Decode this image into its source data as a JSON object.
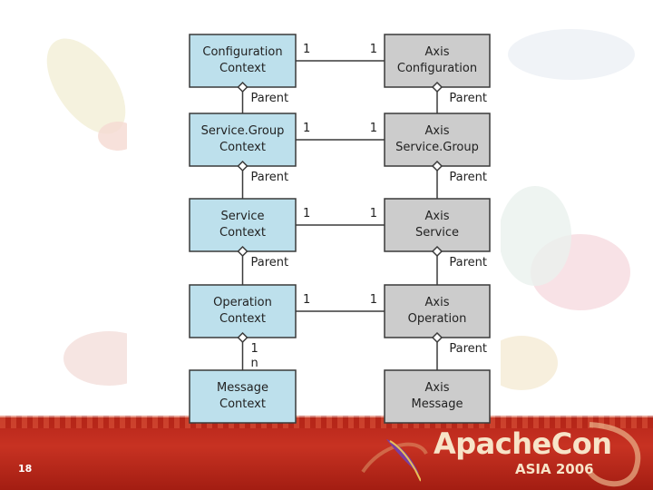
{
  "diagram": {
    "context_boxes": [
      {
        "id": "configuration-context",
        "lines": [
          "Configuration",
          "Context"
        ]
      },
      {
        "id": "service-group-context",
        "lines": [
          "Service.Group",
          "Context"
        ]
      },
      {
        "id": "service-context",
        "lines": [
          "Service",
          "Context"
        ]
      },
      {
        "id": "operation-context",
        "lines": [
          "Operation",
          "Context"
        ]
      },
      {
        "id": "message-context",
        "lines": [
          "Message",
          "Context"
        ]
      }
    ],
    "axis_boxes": [
      {
        "id": "axis-configuration",
        "lines": [
          "Axis",
          "Configuration"
        ]
      },
      {
        "id": "axis-service-group",
        "lines": [
          "Axis",
          "Service.Group"
        ]
      },
      {
        "id": "axis-service",
        "lines": [
          "Axis",
          "Service"
        ]
      },
      {
        "id": "axis-operation",
        "lines": [
          "Axis",
          "Operation"
        ]
      },
      {
        "id": "axis-message",
        "lines": [
          "Axis",
          "Message"
        ]
      }
    ],
    "horizontal_links": [
      {
        "left": "1",
        "right": "1"
      },
      {
        "left": "1",
        "right": "1"
      },
      {
        "left": "1",
        "right": "1"
      },
      {
        "left": "1",
        "right": "1"
      }
    ],
    "context_links": [
      "Parent",
      "Parent",
      "Parent",
      "1\nn"
    ],
    "axis_links": [
      "Parent",
      "Parent",
      "Parent",
      "Parent"
    ],
    "colors": {
      "context_fill": "#bde0ec",
      "axis_fill": "#cccccc",
      "border": "#3a3a3a"
    }
  },
  "footer": {
    "page_number": "18",
    "logo_title": "ApacheCon",
    "logo_subtitle": "ASIA 2006"
  }
}
